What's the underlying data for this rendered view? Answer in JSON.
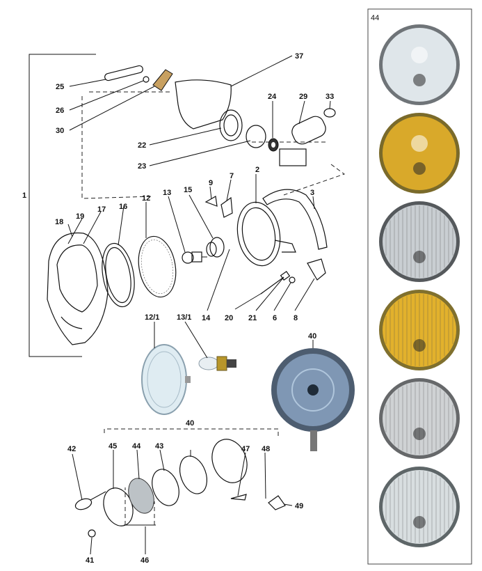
{
  "diagram": {
    "callouts": {
      "c1": "1",
      "c2": "2",
      "c3": "3",
      "c6": "6",
      "c7": "7",
      "c8": "8",
      "c9": "9",
      "c12": "12",
      "c12_1": "12/1",
      "c13": "13",
      "c13_1": "13/1",
      "c14": "14",
      "c15": "15",
      "c16": "16",
      "c17": "17",
      "c18": "18",
      "c19": "19",
      "c20": "20",
      "c21": "21",
      "c22": "22",
      "c23": "23",
      "c24": "24",
      "c25": "25",
      "c26": "26",
      "c29": "29",
      "c30": "30",
      "c33": "33",
      "c37": "37",
      "c40a": "40",
      "c40b": "40",
      "c41": "41",
      "c42": "42",
      "c43": "43",
      "c44a": "44",
      "c45": "45",
      "c46": "46",
      "c47": "47",
      "c48": "48",
      "c49": "49"
    },
    "lens_panel": {
      "label": "44",
      "lenses": [
        {
          "tint": "#dfe6ea",
          "rim": "#6f7478",
          "style": "clear-smooth"
        },
        {
          "tint": "#d9a92a",
          "rim": "#7a6a2a",
          "style": "amber-smooth"
        },
        {
          "tint": "#c9ced2",
          "rim": "#55595c",
          "style": "clear-fluted"
        },
        {
          "tint": "#e2b12c",
          "rim": "#80702e",
          "style": "amber-fluted"
        },
        {
          "tint": "#cfd2d4",
          "rim": "#66686a",
          "style": "clear-fluted"
        },
        {
          "tint": "#d8dee0",
          "rim": "#5e6668",
          "style": "clear-fluted"
        }
      ]
    },
    "colors": {
      "line": "#111111",
      "frame": "#444444",
      "chrome": "#b8bfc4",
      "glass": "#cfe2ec",
      "blue_lamp": "#6d86a6"
    }
  }
}
